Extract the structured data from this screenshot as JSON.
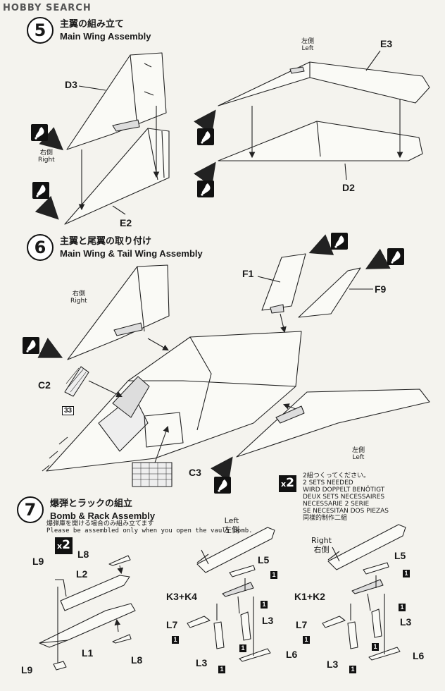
{
  "watermark": "HOBBY SEARCH",
  "steps": [
    {
      "number": "5",
      "title_jp": "主翼の組み立て",
      "title_en": "Main Wing Assembly"
    },
    {
      "number": "6",
      "title_jp": "主翼と尾翼の取り付け",
      "title_en": "Main Wing & Tail Wing Assembly"
    },
    {
      "number": "7",
      "title_jp": "爆弾とラックの組立",
      "title_en": "Bomb & Rack Assembly"
    }
  ],
  "parts": {
    "d3": "D3",
    "e2": "E2",
    "e3": "E3",
    "d2": "D2",
    "f1": "F1",
    "f9": "F9",
    "c2": "C2",
    "c3": "C3",
    "n33": "33",
    "l8a": "L8",
    "l9a": "L9",
    "l2": "L2",
    "l1": "L1",
    "l8b": "L8",
    "l9b": "L9",
    "l5a": "L5",
    "k3k4": "K3+K4",
    "l7a": "L7",
    "l3a": "L3",
    "l3b": "L3",
    "l6a": "L6",
    "l5b": "L5",
    "k1k2": "K1+K2",
    "l7b": "L7",
    "l3c": "L3",
    "l3d": "L3",
    "l6b": "L6"
  },
  "sides": {
    "left_jp": "左側",
    "left_en": "Left",
    "right_jp": "右側",
    "right_en": "Right"
  },
  "multiplier": {
    "x": "x",
    "n": "2"
  },
  "two_sets_note": [
    "2組つくってください。",
    "2 SETS NEEDED",
    "WIRD DOPPELT BENÖTIGT",
    "DEUX SETS NECESSAIRES",
    "NECESSARIE 2 SERIE",
    "SE NECESITAN DOS PIEZAS",
    "同樣的制作二組"
  ],
  "bomb_note_jp": "爆弾庫を開ける場合のみ組み立てます",
  "bomb_note_en": "Please be assembled only when you open the vault bomb.",
  "one_marker": "1",
  "icons": {
    "glue": "glue-drop-icon"
  }
}
